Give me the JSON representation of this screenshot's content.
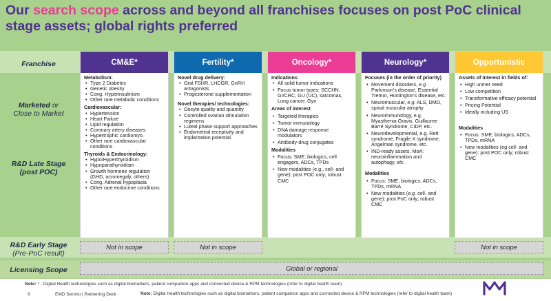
{
  "title": {
    "prefix": "Our ",
    "highlight": "search scope",
    "rest": " across and beyond all franchises focuses on post PoC clinical stage assets; global rights preferred"
  },
  "rows": {
    "franchise": "Franchise",
    "marketed_main": "Marketed",
    "marketed_or": " or",
    "marketed_sub": "Close to Market",
    "late_line1": "R&D Late Stage",
    "late_line2": "(post POC)",
    "early_line1": "R&D Early Stage",
    "early_line2": "(Pre-PoC result)",
    "licensing": "Licensing Scope"
  },
  "columns": {
    "cme": {
      "title": "CM&E*",
      "color": "#503291",
      "sec1": "Metabolism:",
      "sec1_items": [
        "Type 2 Diabetes",
        "Genetic obesity",
        "Cong. Hyperinsulinism",
        "Other rare metabolic conditions"
      ],
      "sec2": "Cardiovascular:",
      "sec2_items": [
        "Hypertension",
        "Heart Failure",
        "Lipid regulation",
        "Coronary artery diseases",
        "Hypertrophic cardiomyo.",
        "Other rare cardiovascular conditions"
      ],
      "sec3": "Thyroids & Endocrinology:",
      "sec3_items": [
        "Hypo/Hyperthyroidism",
        "Hypoparathyroidism",
        "Growth hormone regulation (GHD, acromegaly, others)",
        "Cong. Adrenal hypoplasia",
        "Other rare endocrine conditions"
      ]
    },
    "fertility": {
      "title": "Fertility*",
      "color": "#0f69af",
      "sec1": "Novel drug delivery:",
      "sec1_items": [
        "Oral FSHR, LHCGR, GnRH antagonists",
        "Progesterone supplementation"
      ],
      "sec2": "Novel therapies/ technologies:",
      "sec2_items": [
        "Oocyte quality and quantity",
        "Controlled ovarian stimulation regimens",
        "Luteal phase support approaches",
        "Endometrial receptivity and implantation potential"
      ]
    },
    "oncology": {
      "title": "Oncology*",
      "color": "#eb3c96",
      "sec1": "Indications",
      "sec1_items": [
        "All solid tumor indications",
        "Focus tumor types: SCCHN, GI/CRC, GU (UC), sarcomas, Lung cancer, Gyn"
      ],
      "sec2": "Areas of interest",
      "sec2_items": [
        "Targeted therapies",
        "Tumor immunology",
        "DNA damage response modulators",
        "Antibody-drug conjugates"
      ],
      "sec3": "Modalities",
      "sec3_items": [
        "Focus: SME, biologics, cell engagers, ADCs, TPDs",
        "New modalities (e.g., cell- and gene): post POC only; robust CMC"
      ]
    },
    "neurology": {
      "title": "Neurology*",
      "color": "#503291",
      "sec1": "Focuses (in the order of priority)",
      "sec1_items": [
        {
          "pre": "Movement disorders, ",
          "em": "e.g.",
          "post": " Parkinson's disease, Essential Tremor, Huntington's disease, etc."
        },
        {
          "pre": "Neuromuscular, ",
          "em": "e.g.",
          "post": " ALS, DMD, spinal muscular atrophy"
        },
        {
          "pre": "Neuroimmunology, e.g. Myasthenia Gravis, Guillaume Barré Syndrome, CIDP, etc.",
          "em": "",
          "post": ""
        },
        {
          "pre": "Neurodevelopmental, e.g. Rett syndrome, Fragile X syndrome, Angelman syndrome, etc.",
          "em": "",
          "post": ""
        },
        {
          "pre": "IND-ready assets, MoA: neuroinflammation and autophagy, ",
          "em": "etc.",
          "post": ""
        }
      ],
      "sec2": "Modalities",
      "sec2_items": [
        {
          "pre": "Focus: SME, biologics, ADCs, TPDs, mRNA",
          "em": "",
          "post": ""
        },
        {
          "pre": "New modalities (",
          "em": "e.g.",
          "post": " cell- and gene): post PoC only; robust CMC"
        }
      ]
    },
    "opportunistic": {
      "title": "Opportunistic",
      "color": "#ffc832",
      "sec1": "Assets of interest in fields of:",
      "sec1_items": [
        "High unmet need",
        "Low competition",
        "Transformative efficacy potential",
        "Pricing Potential",
        "Ideally including US"
      ],
      "sec2": "Modalities",
      "sec2_items": [
        "Focus: SME, biologics, ADCs, TPDs, mRNA",
        "New modalities (eg cell- and gene): post POC only; robust CMC"
      ]
    }
  },
  "not_in_scope": "Not in scope",
  "licensing_value": "Global or regional",
  "footer": {
    "note_label": "Note:",
    "note1_text": " * - Digital Health technologies such as digital biomarkers, patient companion apps and connected device & RPM technologies (refer to digital health team)",
    "page": "9",
    "deck": "EMD Serono | Partnering Deck",
    "note2_text": " Digital Health technologies such as digital biomarkers, patient companion apps and connected device & RPM technologies (refer to digital health team)"
  },
  "colors": {
    "background": "#a9d18e",
    "title": "#503291",
    "highlight": "#eb3c96"
  },
  "icons": {
    "logo": "merck-m-logo"
  }
}
